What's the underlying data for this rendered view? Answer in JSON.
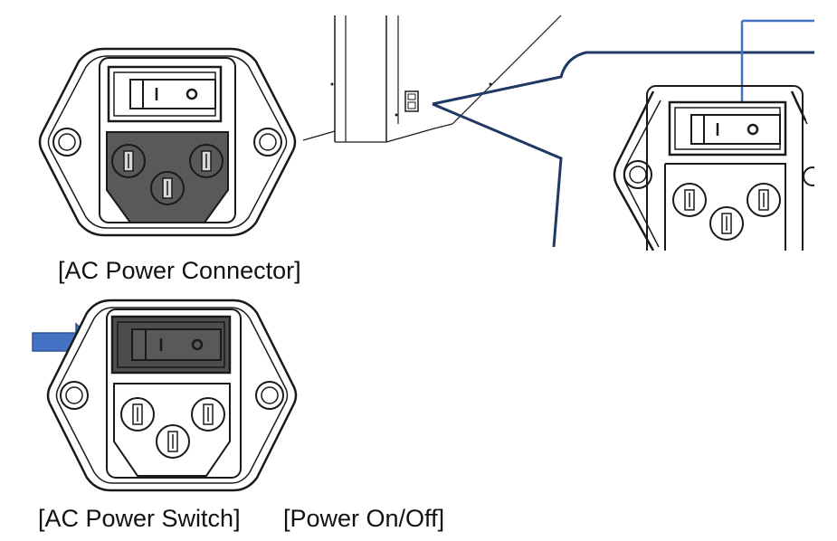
{
  "captions": {
    "connector": "[AC Power Connector]",
    "switch": "[AC Power Switch]",
    "power_on_off": "[Power On/Off]"
  },
  "switch_symbols": {
    "on": "I",
    "off": "O"
  },
  "colors": {
    "outline": "#1a1a1a",
    "socket_dark": "#595959",
    "switch_dark": "#4d4d4d",
    "leader_line": "#1f3864",
    "pointer_line": "#4472c4",
    "arrow": "#4472c4"
  }
}
